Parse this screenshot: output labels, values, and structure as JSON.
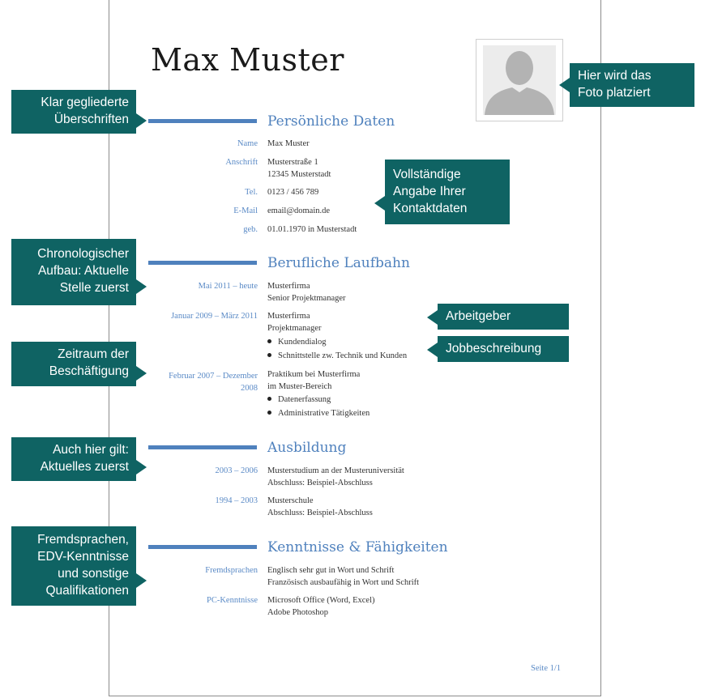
{
  "resume": {
    "name": "Max Muster",
    "sections": {
      "personal": {
        "title": "Persönliche Daten",
        "rows": [
          {
            "label": "Name",
            "value": "Max Muster"
          },
          {
            "label": "Anschrift",
            "value": "Musterstraße 1\n12345 Musterstadt"
          },
          {
            "label": "Tel.",
            "value": "0123 / 456 789"
          },
          {
            "label": "E-Mail",
            "value": "email@domain.de"
          },
          {
            "label": "geb.",
            "value": "01.01.1970 in Musterstadt"
          }
        ]
      },
      "career": {
        "title": "Berufliche Laufbahn",
        "entries": [
          {
            "date": "Mai 2011 – heute",
            "value": "Musterfirma\nSenior Projektmanager",
            "bullets": []
          },
          {
            "date": "Januar 2009 – März 2011",
            "value": "Musterfirma\nProjektmanager",
            "bullets": [
              "Kundendialog",
              "Schnittstelle zw. Technik und Kunden"
            ]
          },
          {
            "date": "Februar 2007 – Dezember\n2008",
            "value": "Praktikum bei Musterfirma\nim Muster-Bereich",
            "bullets": [
              "Datenerfassung",
              "Administrative Tätigkeiten"
            ]
          }
        ]
      },
      "education": {
        "title": "Ausbildung",
        "entries": [
          {
            "date": "2003 – 2006",
            "value": "Musterstudium an der Musteruniversität\nAbschluss: Beispiel-Abschluss"
          },
          {
            "date": "1994 – 2003",
            "value": "Musterschule\nAbschluss: Beispiel-Abschluss"
          }
        ]
      },
      "skills": {
        "title": "Kenntnisse & Fähigkeiten",
        "entries": [
          {
            "label": "Fremdsprachen",
            "value": "Englisch sehr gut in Wort und Schrift\nFranzösisch ausbaufähig in Wort und Schrift"
          },
          {
            "label": "PC-Kenntnisse",
            "value": "Microsoft Office (Word, Excel)\nAdobe Photoshop"
          }
        ]
      }
    },
    "page_number": "Seite 1/1"
  },
  "callouts": {
    "headings": "Klar gegliederte\nÜberschriften",
    "chronological": "Chronologischer\nAufbau: Aktuelle\nStelle zuerst",
    "period": "Zeitraum der\nBeschäftigung",
    "education_order": "Auch hier gilt:\nAktuelles zuerst",
    "skills": "Fremdsprachen,\nEDV-Kenntnisse\nund sonstige\nQualifikationen",
    "photo": "Hier wird das\nFoto platziert",
    "contact": "Vollständige\nAngabe Ihrer\nKontaktdaten",
    "employer": "Arbeitgeber",
    "job_description": "Jobbeschreibung"
  },
  "colors": {
    "callout_bg": "#0f6363",
    "accent": "#4f81bd"
  }
}
